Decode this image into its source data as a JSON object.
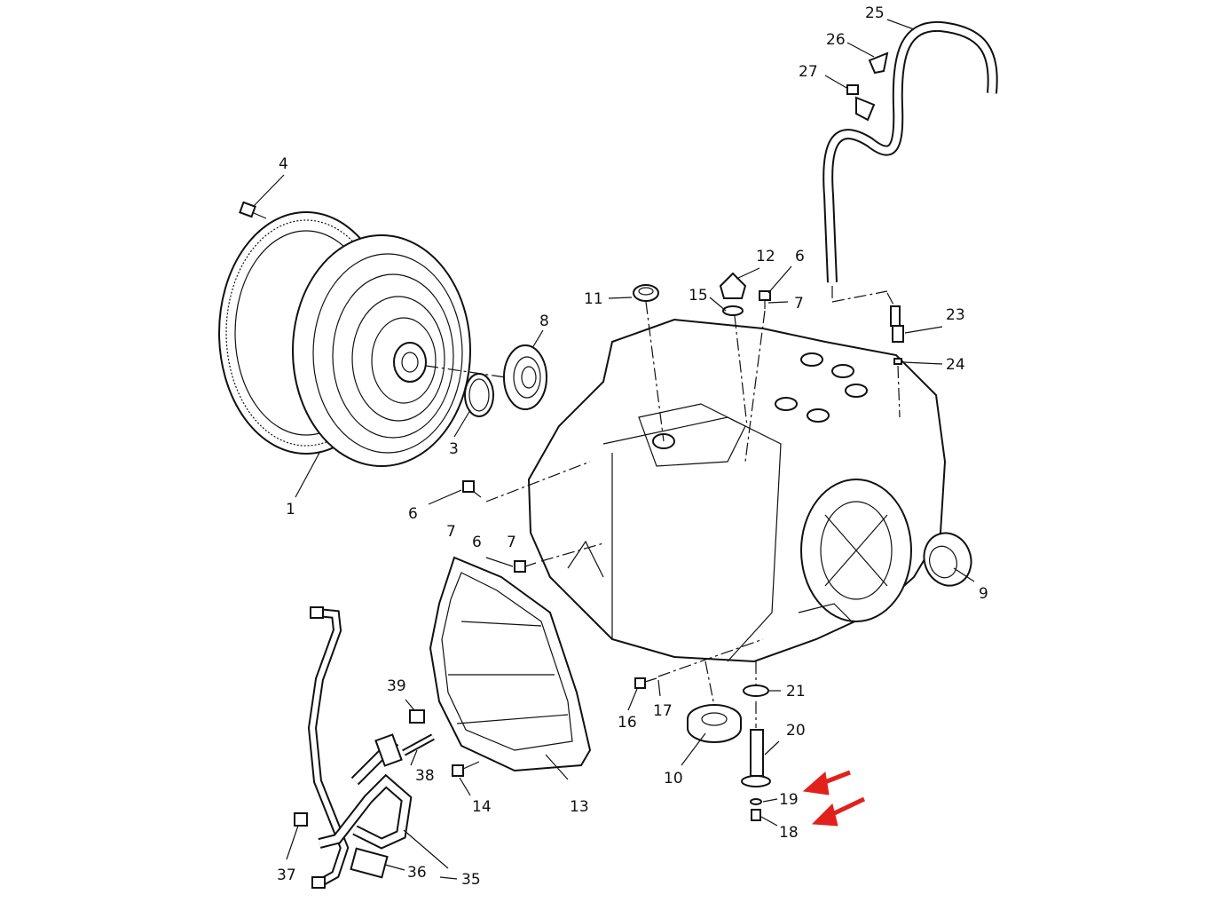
{
  "diagram": {
    "callouts": {
      "c1": "1",
      "c3": "3",
      "c4": "4",
      "c6a": "6",
      "c6b": "6",
      "c6c": "6",
      "c7a": "7",
      "c7b": "7",
      "c7c": "7",
      "c8": "8",
      "c9": "9",
      "c10": "10",
      "c11": "11",
      "c12": "12",
      "c13": "13",
      "c14": "14",
      "c15": "15",
      "c16": "16",
      "c17": "17",
      "c18": "18",
      "c19": "19",
      "c20": "20",
      "c21": "21",
      "c23": "23",
      "c24": "24",
      "c25": "25",
      "c26": "26",
      "c27": "27",
      "c35": "35",
      "c36": "36",
      "c37": "37",
      "c38": "38",
      "c39": "39"
    },
    "highlight_color": "#e2211c",
    "line_color": "#111111"
  }
}
